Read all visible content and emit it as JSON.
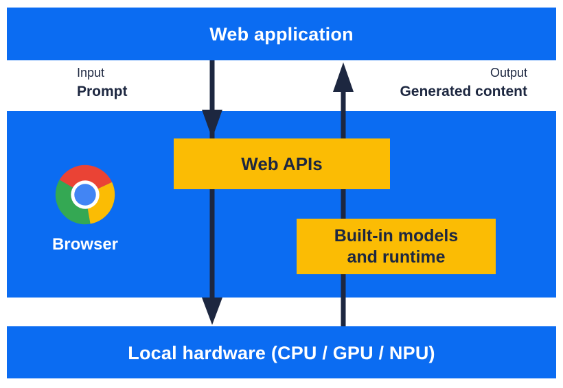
{
  "colors": {
    "background": "#FFFFFF",
    "band_blue": "#0B6CF2",
    "component_yellow": "#FBBC04",
    "ink_navy": "#1D2740",
    "text_white": "#FFFFFF",
    "chrome_red": "#EA4335",
    "chrome_green": "#34A853",
    "chrome_yellow": "#FBBC04",
    "chrome_blue": "#4285F4"
  },
  "layers": {
    "web_application": {
      "label": "Web application"
    },
    "browser": {
      "label": "Browser"
    },
    "local_hardware": {
      "label": "Local hardware (CPU / GPU / NPU)"
    }
  },
  "io": {
    "input": {
      "title": "Input",
      "value": "Prompt"
    },
    "output": {
      "title": "Output",
      "value": "Generated content"
    }
  },
  "components": {
    "web_apis": {
      "label": "Web APIs"
    },
    "builtin_models": {
      "line1": "Built-in models",
      "line2": "and runtime"
    }
  },
  "arrows": {
    "input_flow": {
      "direction": "down"
    },
    "output_flow": {
      "direction": "up"
    }
  }
}
